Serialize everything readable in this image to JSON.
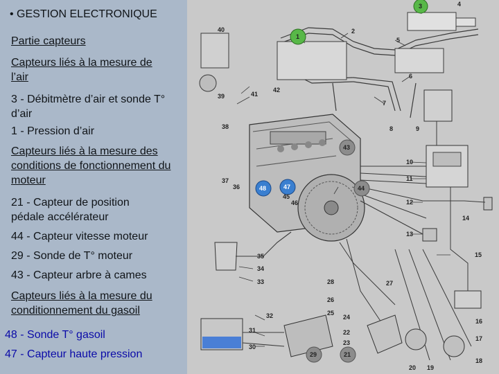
{
  "slide": {
    "title": "• GESTION ELECTRONIQUE",
    "section": "Partie capteurs",
    "air_heading": "Capteurs liés à la mesure de l’air",
    "air_items": [
      "3 - Débitmètre d’air et sonde T° d’air",
      "1 - Pression d’air"
    ],
    "engine_heading": "Capteurs liés à la mesure des conditions de fonctionnement du moteur",
    "engine_items": [
      "21 - Capteur de position pédale accélérateur",
      "44 - Capteur vitesse moteur",
      "29 - Sonde de T° moteur",
      "43 - Capteur arbre à cames"
    ],
    "fuel_heading": "Capteurs liés à la mesure du conditionnement du gasoil",
    "fuel_items": [
      "48 - Sonde T° gasoil",
      "47 - Capteur haute pression"
    ]
  },
  "diagram": {
    "labels": {
      "n1": "1",
      "n2": "2",
      "n3": "3",
      "n4": "4",
      "n5": "5",
      "n6": "6",
      "n7": "7",
      "n8": "8",
      "n9": "9",
      "n10": "10",
      "n11": "11",
      "n12": "12",
      "n13": "13",
      "n14": "14",
      "n15": "15",
      "n16": "16",
      "n17": "17",
      "n18": "18",
      "n19": "19",
      "n20": "20",
      "n21": "21",
      "n22": "22",
      "n23": "23",
      "n24": "24",
      "n25": "25",
      "n26": "26",
      "n27": "27",
      "n28": "28",
      "n29": "29",
      "n30": "30",
      "n31": "31",
      "n32": "32",
      "n33": "33",
      "n34": "34",
      "n35": "35",
      "n36": "36",
      "n37": "37",
      "n38": "38",
      "n39": "39",
      "n40": "40",
      "n41": "41",
      "n42": "42",
      "n43": "43",
      "n44": "44",
      "n45": "45",
      "n46": "46",
      "n47": "47",
      "n48": "48"
    },
    "colors": {
      "green": "#58b848",
      "blue": "#3a7fd0",
      "grey": "#8c8c8c",
      "line": "#3a3a3a",
      "bg": "#c9c9c9"
    }
  }
}
